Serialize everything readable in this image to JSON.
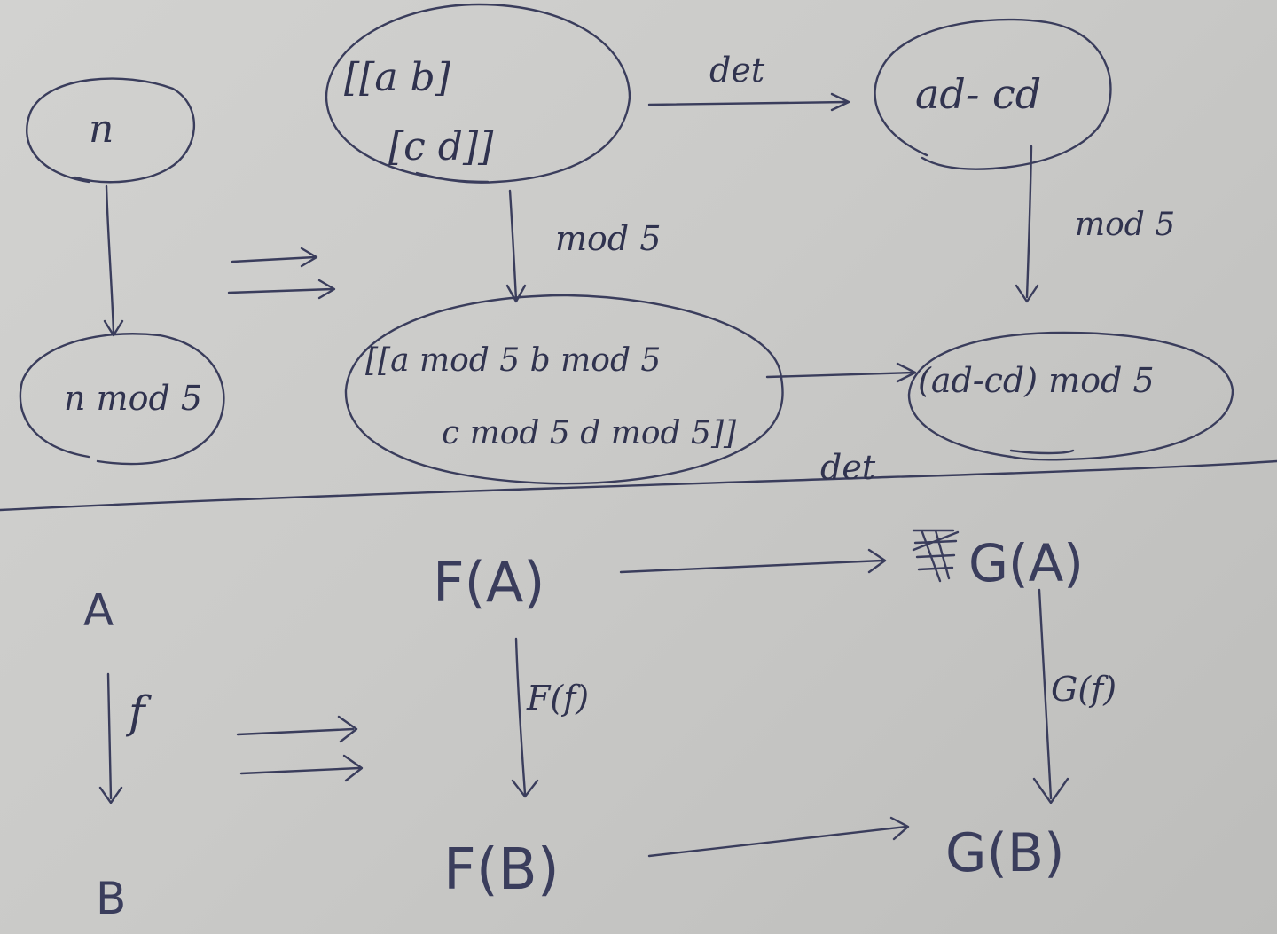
{
  "top": {
    "n": "n",
    "matrix_row1": "[[a  b]",
    "matrix_row2": "[c  d]]",
    "det_value": "ad- cd",
    "n_mod5": "n mod 5",
    "matrix_mod_row1": "[[a mod 5  b mod 5",
    "matrix_mod_row2": "c mod 5  d mod 5]]",
    "det_mod5": "(ad-cd) mod 5",
    "arrow_det_top": "det",
    "arrow_mod5_middle": "mod 5",
    "arrow_mod5_right": "mod 5",
    "arrow_det_bottom": "det"
  },
  "bottom": {
    "A": "A",
    "B": "B",
    "f": "f",
    "FA": "F(A)",
    "FB": "F(B)",
    "GA": "G(A)",
    "GB": "G(B)",
    "Ff": "F(f)",
    "Gf": "G(f)"
  },
  "colors": {
    "ink": "#3a3d5c",
    "paper": "#cdcdcb"
  }
}
